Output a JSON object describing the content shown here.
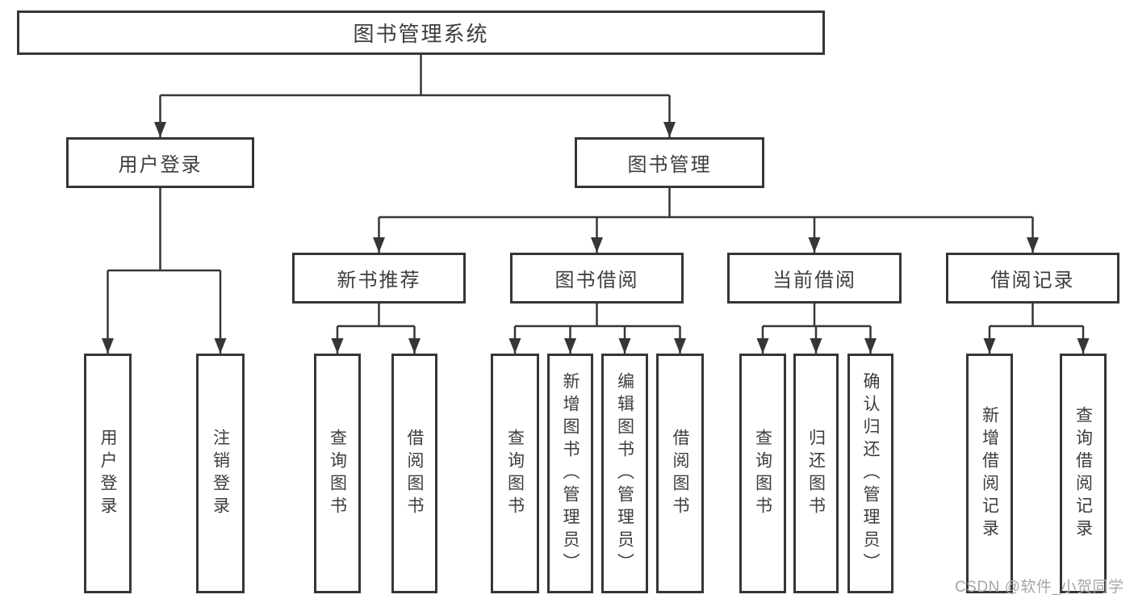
{
  "diagram": {
    "title": "图书管理系统",
    "level2": {
      "user_login": "用户登录",
      "book_mgmt": "图书管理"
    },
    "level3": {
      "new_rec": "新书推荐",
      "book_borrow": "图书借阅",
      "current_borrow": "当前借阅",
      "borrow_records": "借阅记录"
    },
    "leaves": {
      "user_login_leaf": "用户登录",
      "logout": "注销登录",
      "rec_query": "查询图书",
      "rec_borrow": "借阅图书",
      "bb_query": "查询图书",
      "bb_add": "新增图书（管理员）",
      "bb_edit": "编辑图书（管理员）",
      "bb_borrow": "借阅图书",
      "cb_query": "查询图书",
      "cb_return": "归还图书",
      "cb_confirm": "确认归还（管理员）",
      "br_add": "新增借阅记录",
      "br_query": "查询借阅记录"
    }
  },
  "watermark": "CSDN @软件_小贺同学",
  "colors": {
    "line": "#363636",
    "text": "#3d3d3d",
    "watermark": "#a6a6a6",
    "background": "#ffffff"
  }
}
